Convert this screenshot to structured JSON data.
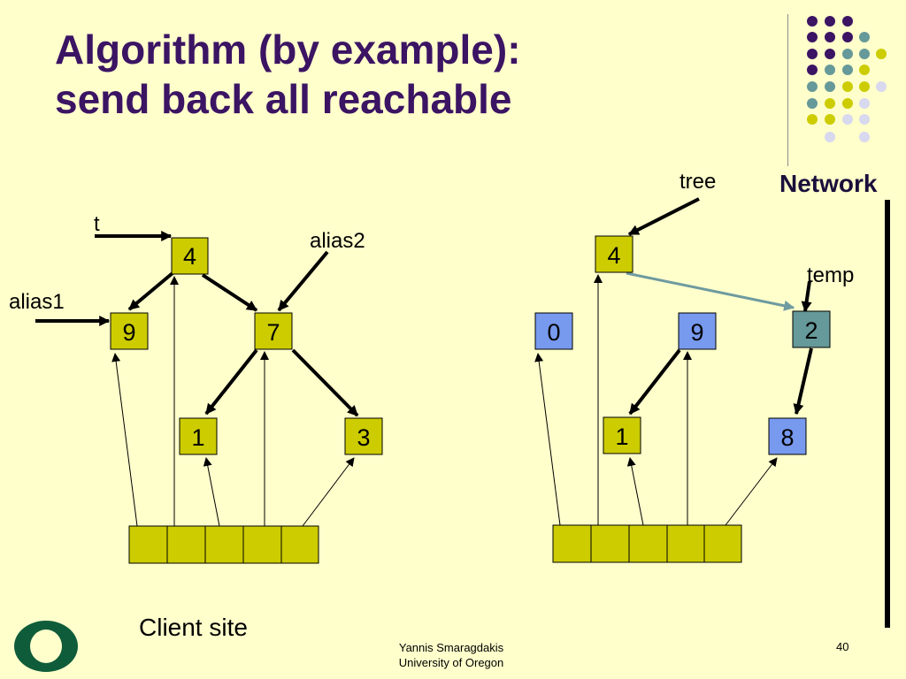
{
  "slide": {
    "title_line1": "Algorithm (by example):",
    "title_line2": "send back all reachable",
    "network_label": "Network",
    "client_label": "Client site",
    "footer_author": "Yannis Smaragdakis",
    "footer_org": "University of Oregon",
    "page_number": "40"
  },
  "colors": {
    "background": "#ffffcc",
    "title": "#3b1463",
    "node_yellow": "#cccc00",
    "node_blue": "#7799ee",
    "node_teal": "#669999",
    "teal_arrow": "#6e9aa0",
    "logo_green": "#0f5c3a"
  },
  "left": {
    "nodes": {
      "n4": "4",
      "n9": "9",
      "n7": "7",
      "n1": "1",
      "n3": "3"
    },
    "labels": {
      "t": "t",
      "alias1": "alias1",
      "alias2": "alias2"
    }
  },
  "right": {
    "nodes": {
      "n4": "4",
      "n0": "0",
      "n9": "9",
      "n2": "2",
      "n1": "1",
      "n8": "8"
    },
    "labels": {
      "tree": "tree",
      "temp": "temp"
    }
  }
}
